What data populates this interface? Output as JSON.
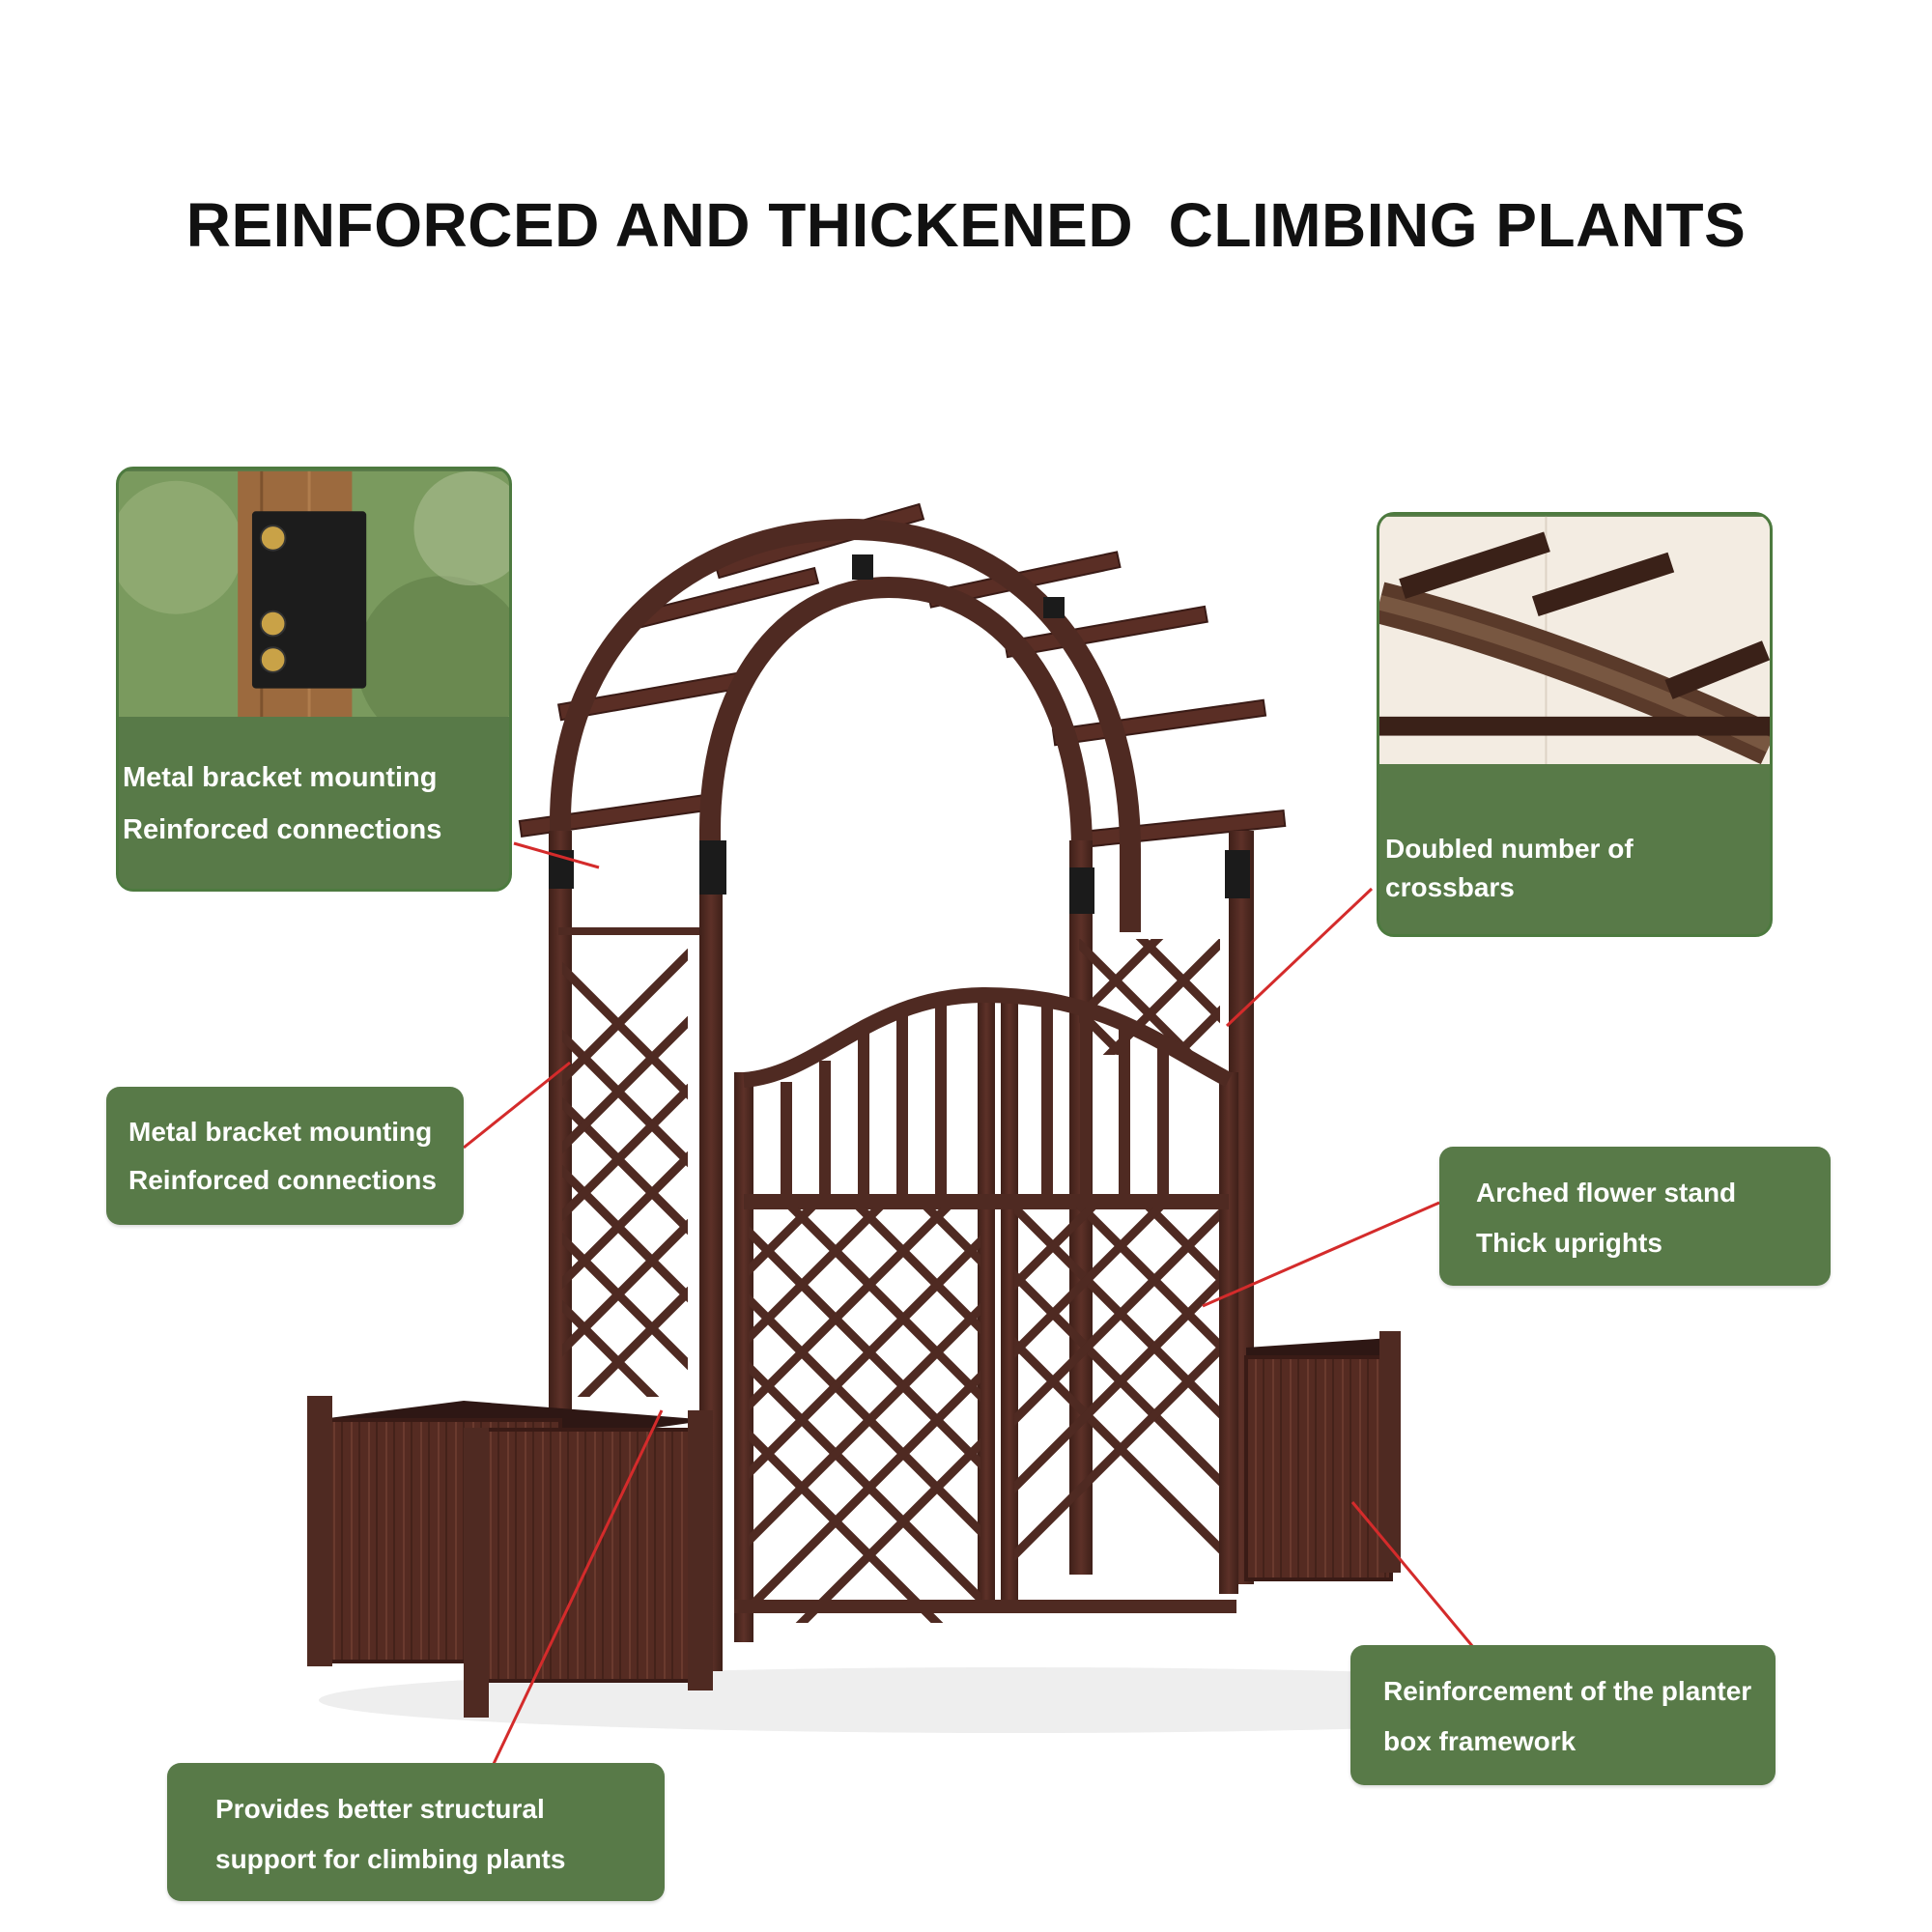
{
  "title": "REINFORCED AND THICKENED  CLIMBING PLANTS",
  "callouts": {
    "top_left": {
      "line1": "Metal bracket mounting",
      "line2": "Reinforced connections"
    },
    "mid_left": {
      "line1": "Metal bracket mounting",
      "line2": "Reinforced connections"
    },
    "bottom_left": {
      "line1": "Provides better structural",
      "line2": "support for climbing plants"
    },
    "top_right": {
      "line1": "Doubled number of crossbars"
    },
    "mid_right": {
      "line1": "Arched flower stand",
      "line2": "Thick uprights"
    },
    "bottom_right": {
      "line1": "Reinforcement of the planter",
      "line2": "box framework"
    }
  },
  "colors": {
    "callout_green": "#587a48",
    "leader_red": "#d42b2b",
    "wood_brown": "#4f2a22"
  },
  "icons": {
    "bracket_photo": "metal-bracket-closeup",
    "crossbar_photo": "arch-crossbars-closeup"
  }
}
